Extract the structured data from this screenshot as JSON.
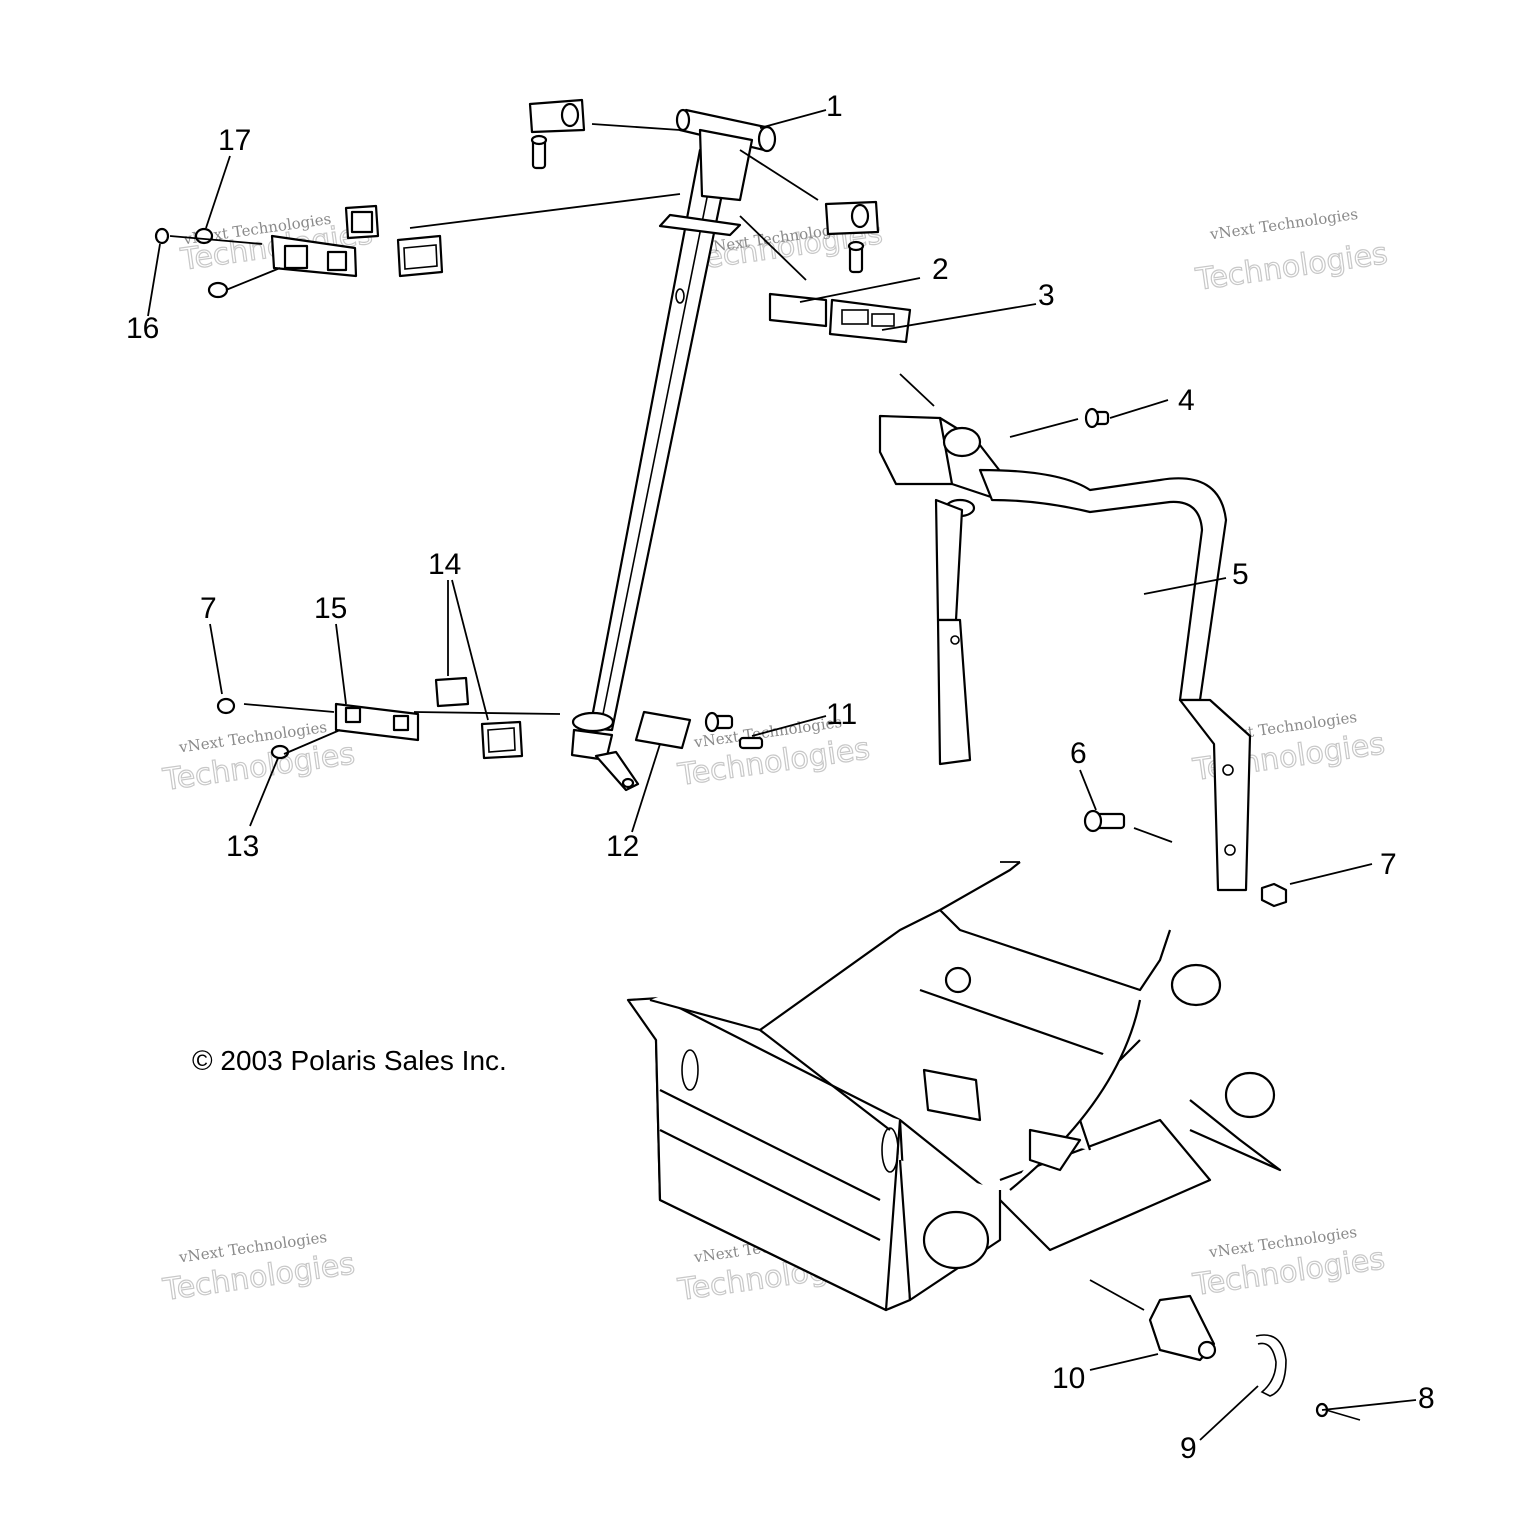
{
  "copyright": "© 2003 Polaris Sales Inc.",
  "watermark": {
    "line1": "vNext Technologies",
    "line2": "vNext",
    "line3": "Technologies"
  },
  "callouts": [
    {
      "id": "1",
      "label": "1",
      "part": "steering-post"
    },
    {
      "id": "2",
      "label": "2",
      "part": "decal"
    },
    {
      "id": "3",
      "label": "3",
      "part": "instrument-pod"
    },
    {
      "id": "4",
      "label": "4",
      "part": "bolt"
    },
    {
      "id": "5",
      "label": "5",
      "part": "steering-support"
    },
    {
      "id": "6",
      "label": "6",
      "part": "bolt"
    },
    {
      "id": "7a",
      "label": "7",
      "part": "nut"
    },
    {
      "id": "7b",
      "label": "7",
      "part": "nut"
    },
    {
      "id": "8",
      "label": "8",
      "part": "screw"
    },
    {
      "id": "9",
      "label": "9",
      "part": "retainer"
    },
    {
      "id": "10",
      "label": "10",
      "part": "boot"
    },
    {
      "id": "11",
      "label": "11",
      "part": "bolt"
    },
    {
      "id": "12",
      "label": "12",
      "part": "plate"
    },
    {
      "id": "13",
      "label": "13",
      "part": "washer"
    },
    {
      "id": "14",
      "label": "14",
      "part": "bushing"
    },
    {
      "id": "15",
      "label": "15",
      "part": "lower-bracket"
    },
    {
      "id": "16",
      "label": "16",
      "part": "nut"
    },
    {
      "id": "17",
      "label": "17",
      "part": "washer"
    }
  ]
}
